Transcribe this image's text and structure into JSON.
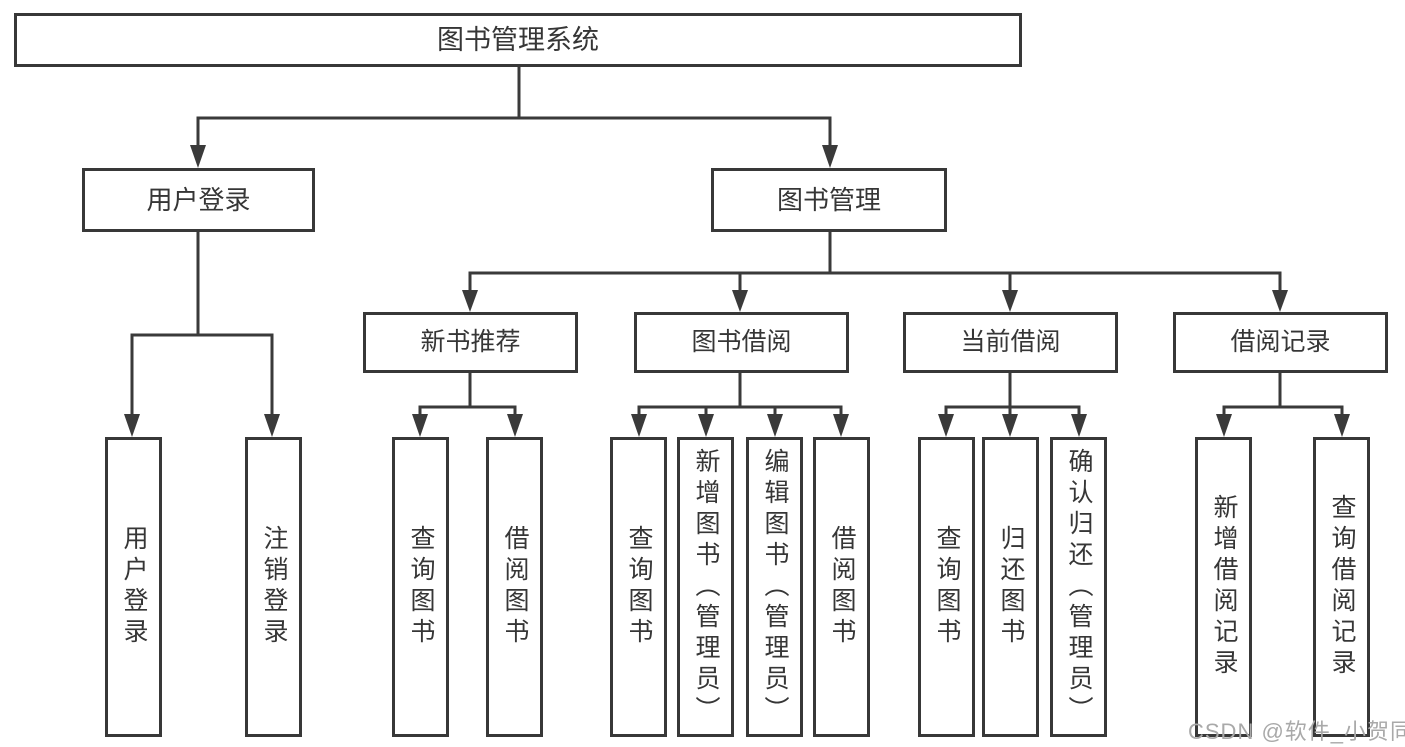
{
  "diagram": {
    "title": "图书管理系统",
    "branches": {
      "user_login": {
        "label": "用户登录",
        "children": [
          "用户登录",
          "注销登录"
        ]
      },
      "book_management": {
        "label": "图书管理",
        "sections": {
          "new_books": {
            "label": "新书推荐",
            "children": [
              "查询图书",
              "借阅图书"
            ]
          },
          "book_borrowing": {
            "label": "图书借阅",
            "children": [
              "查询图书",
              "新增图书（管理员）",
              "编辑图书（管理员）",
              "借阅图书"
            ]
          },
          "current_borrowing": {
            "label": "当前借阅",
            "children": [
              "查询图书",
              "归还图书",
              "确认归还（管理员）"
            ]
          },
          "borrowing_records": {
            "label": "借阅记录",
            "children": [
              "新增借阅记录",
              "查询借阅记录"
            ]
          }
        }
      }
    }
  },
  "watermark": "CSDN @软件_小贺同学",
  "colors": {
    "line": "#3a3a3a",
    "text": "#363636",
    "watermark": "#a9a9a9",
    "background": "#ffffff"
  }
}
